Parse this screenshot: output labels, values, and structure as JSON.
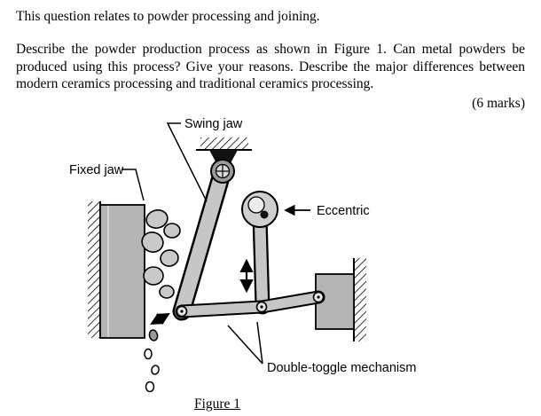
{
  "page": {
    "intro": "This question relates to powder processing and joining.",
    "question": "Describe the powder production process as shown in Figure 1.  Can metal powders be produced using this process?  Give your reasons.  Describe the major differences between modern ceramics processing and traditional ceramics processing.",
    "marks": "(6 marks)",
    "figure_caption": "Figure 1"
  },
  "diagram": {
    "labels": {
      "swing_jaw": "Swing jaw",
      "fixed_jaw": "Fixed jaw",
      "eccentric": "Eccentric",
      "double_toggle": "Double-toggle mechanism"
    },
    "colors": {
      "block_gray": "#b4b4b4",
      "bar_gray": "#c6c6c6",
      "rock_gray": "#c9c9c9",
      "pivot_gray": "#9a9a9a",
      "eccentric_gray": "#cfcfcf"
    }
  }
}
